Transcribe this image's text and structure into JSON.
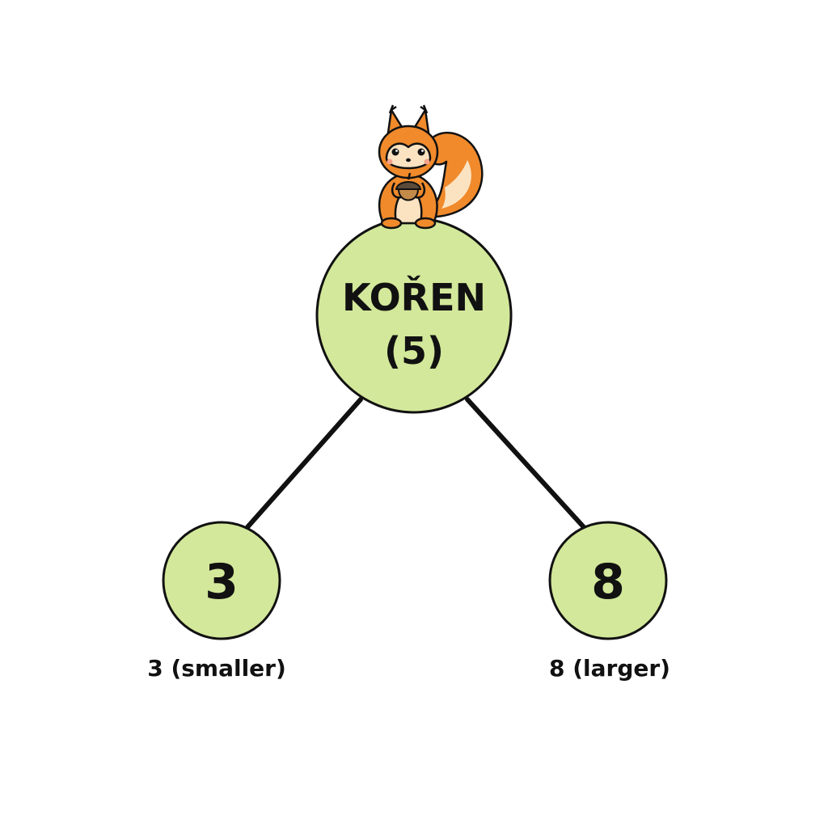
{
  "colors": {
    "node_fill": "#d3e89a",
    "outline": "#111111",
    "text": "#111111",
    "squirrel_orange": "#f08a2b",
    "squirrel_cream": "#fbe3c2",
    "acorn_cap": "#5b4a3a",
    "acorn_nut": "#c48a4a"
  },
  "tree": {
    "root": {
      "line1": "KOŘEN",
      "line2": "(5)"
    },
    "left": {
      "value": "3",
      "caption": "3 (smaller)"
    },
    "right": {
      "value": "8",
      "caption": "8 (larger)"
    }
  },
  "mascot": {
    "icon": "squirrel-icon",
    "holding": "acorn-icon"
  }
}
